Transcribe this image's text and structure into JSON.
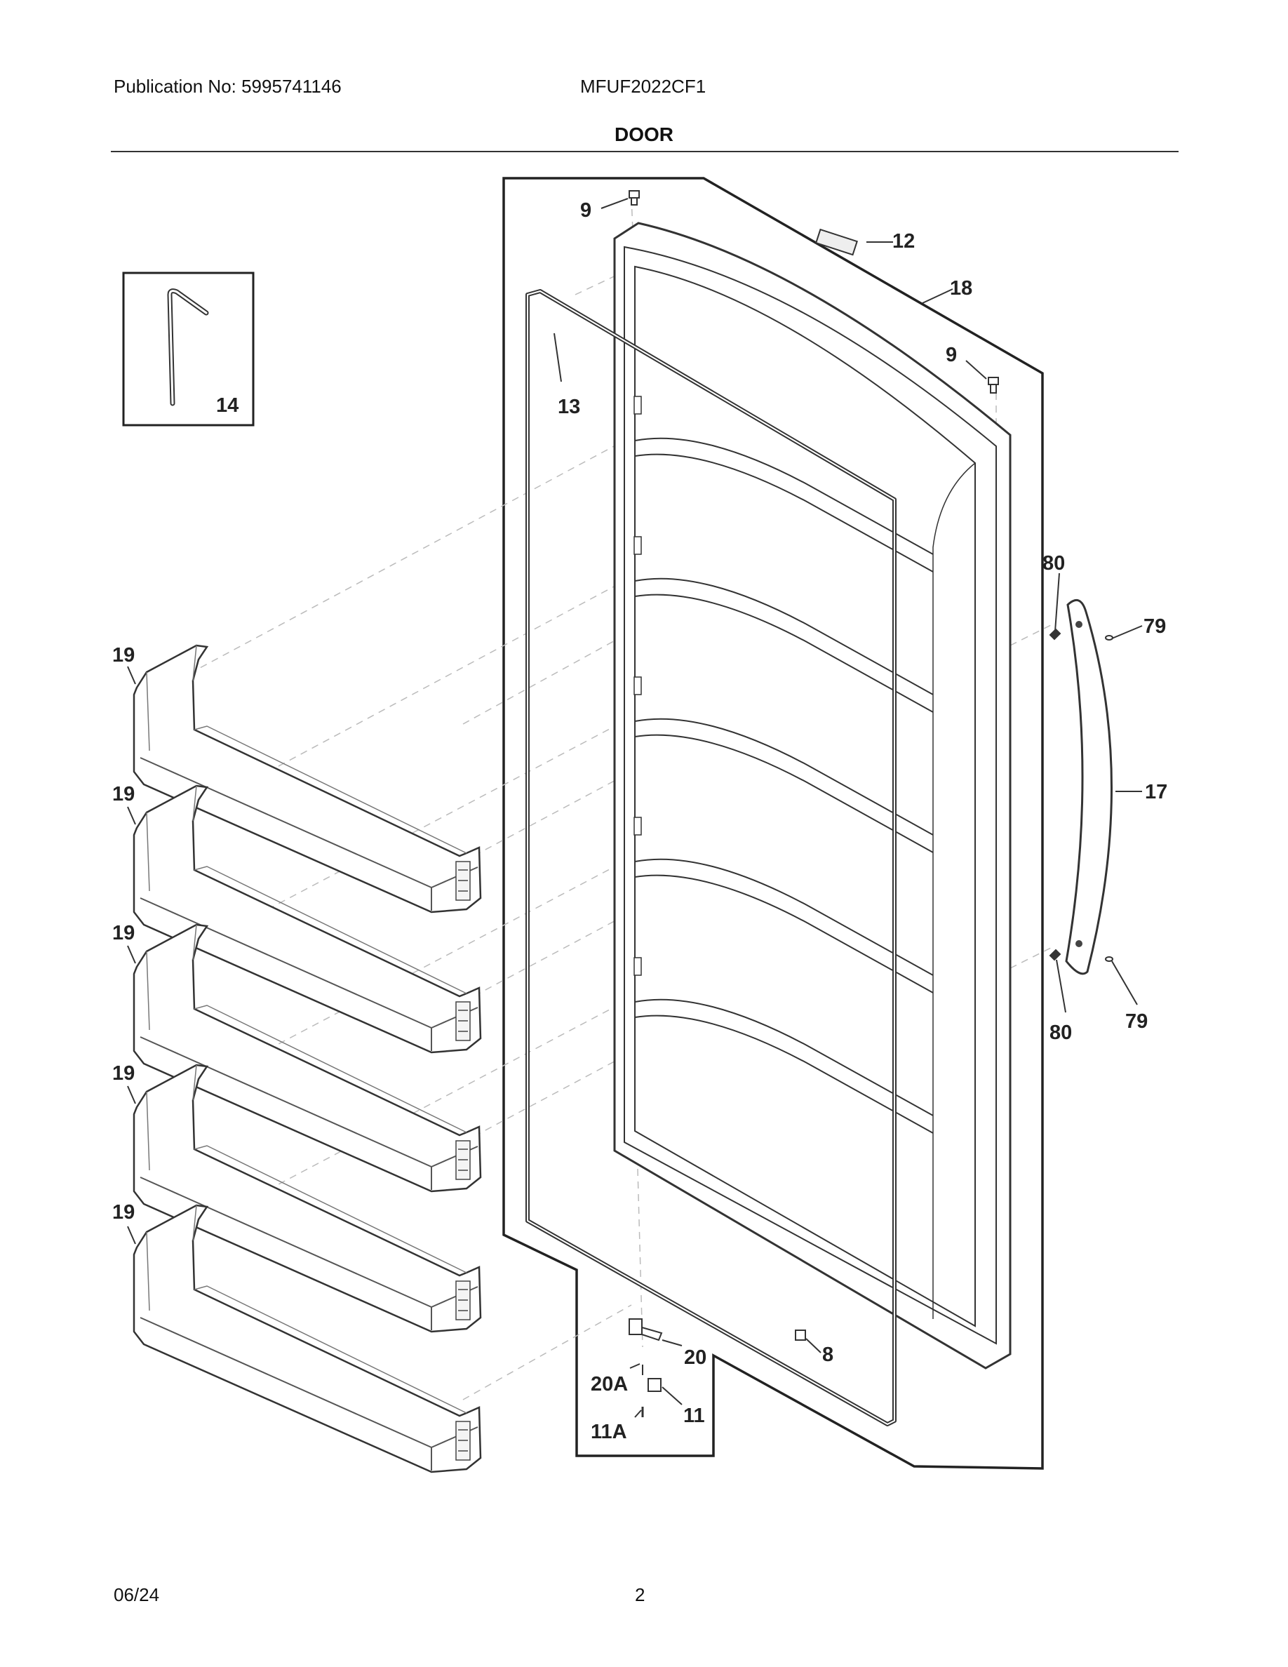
{
  "header": {
    "publication": "Publication No: 5995741146",
    "model": "MFUF2022CF1",
    "section_title": "DOOR"
  },
  "footer": {
    "date": "06/24",
    "page_number": "2"
  },
  "callouts": {
    "c9a": "9",
    "c9b": "9",
    "c12": "12",
    "c18": "18",
    "c13": "13",
    "c14": "14",
    "c80a": "80",
    "c79a": "79",
    "c17": "17",
    "c80b": "80",
    "c79b": "79",
    "c19a": "19",
    "c19b": "19",
    "c19c": "19",
    "c19d": "19",
    "c19e": "19",
    "c20": "20",
    "c20A": "20A",
    "c8": "8",
    "c11": "11",
    "c11A": "11A"
  }
}
